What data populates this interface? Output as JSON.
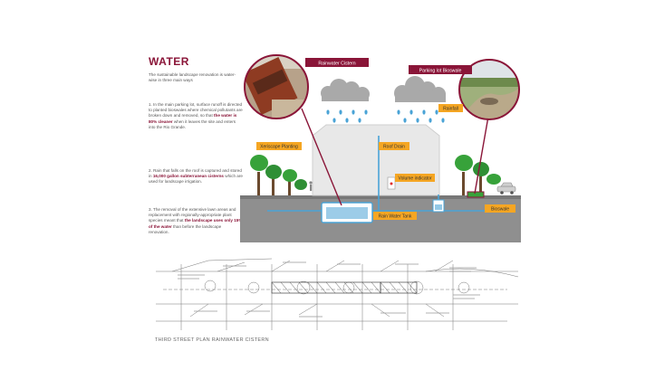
{
  "title": "WATER",
  "intro": "The sustainable landscape renovation is water-wise in three main ways",
  "points": [
    {
      "before": "1. In the main parking lot, surface runoff is directed to planted bioswales where chemical pollutants are broken down and removed, so that ",
      "highlight": "the water is 80% cleaner",
      "after": " when it leaves the site and enters into the Rio Grande."
    },
    {
      "before": "2. Rain that falls on the roof is captured and stored in ",
      "highlight": "16,000 gallon subterranean cisterns",
      "after": " which are used for landscape irrigation."
    },
    {
      "before": "3. The removal of the extensive lawn areas and replacement with regionally-appropriate plant species meant that ",
      "highlight": "the landscape uses only 15% of the water",
      "after": " than before the landscape renovation."
    }
  ],
  "diagram_labels": {
    "rainwater_cistern": "Rainwater Cistern",
    "parking_lot_bioswale": "Parking lot Bioswale",
    "rainfall": "Rainfall",
    "xeriscape_planting": "Xeriscape Planting",
    "roof_drain": "Roof Drain",
    "volume_indicator": "Volume indicator",
    "rain_water_tank": "Rain Water Tank",
    "bioswale": "Bioswale"
  },
  "caption": "THIRD STREET PLAN RAINWATER CISTERN",
  "colors": {
    "accent": "#8a1538",
    "tag": "#f5a623",
    "water": "#4aa3d6",
    "ground": "#8a8a8a",
    "tree": "#37a23a"
  }
}
